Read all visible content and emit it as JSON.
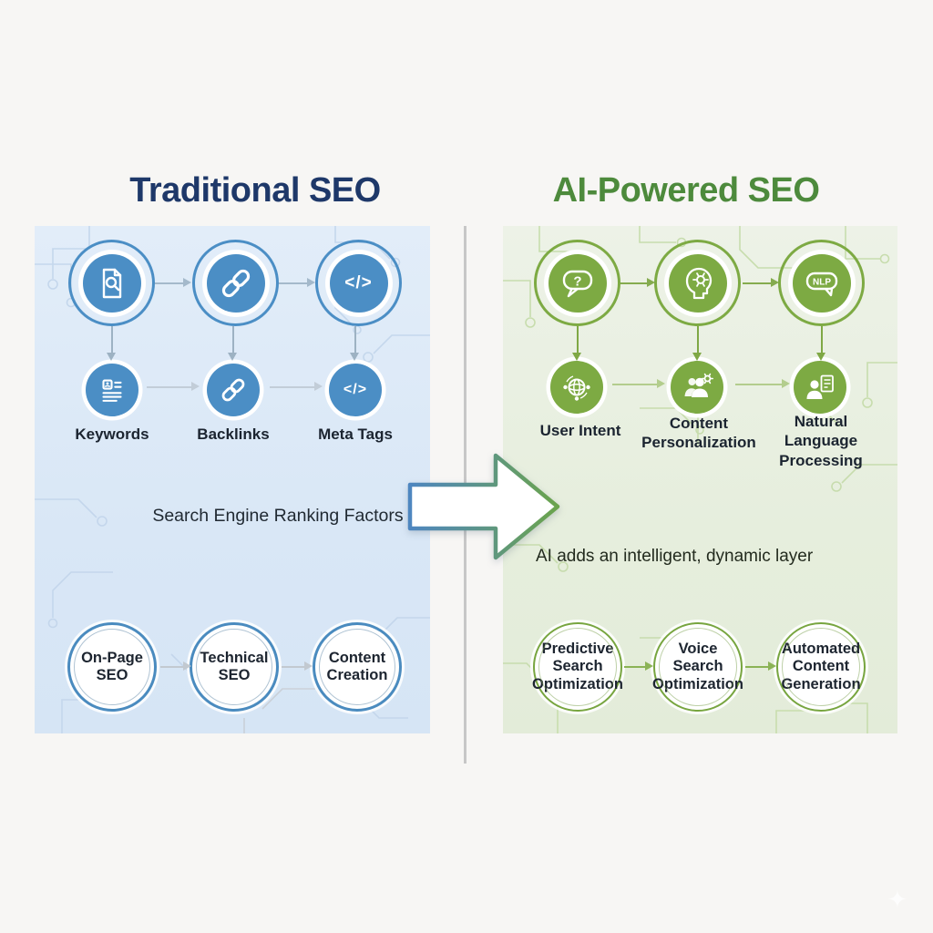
{
  "page": {
    "background": "#f7f6f4",
    "divider_color": "#c7c7c7",
    "sparkle": "✦"
  },
  "transform_arrow": {
    "from_color": "#4e86c0",
    "to_color": "#6ba44c"
  },
  "left": {
    "title": "Traditional SEO",
    "title_color": "#1e3869",
    "panel_bg": "#dae8f6",
    "accent": "#4b8ec5",
    "top_icons": [
      {
        "name": "search-document-icon"
      },
      {
        "name": "link-icon"
      },
      {
        "name": "code-icon",
        "text": "</>"
      }
    ],
    "factors": [
      {
        "label": "Keywords",
        "icon": "article-icon"
      },
      {
        "label": "Backlinks",
        "icon": "link-icon"
      },
      {
        "label": "Meta Tags",
        "icon": "code-icon",
        "icon_text": "</>"
      }
    ],
    "caption": "Search Engine Ranking Factors",
    "pillars": [
      {
        "line1": "On-Page",
        "line2": "SEO"
      },
      {
        "line1": "Technical",
        "line2": "SEO"
      },
      {
        "line1": "Content",
        "line2": "Creation"
      }
    ]
  },
  "right": {
    "title": "AI-Powered SEO",
    "title_color": "#4d8a3c",
    "panel_bg": "#e8efe0",
    "accent": "#7daa43",
    "top_icons": [
      {
        "name": "question-bubble-icon"
      },
      {
        "name": "ai-head-gear-icon"
      },
      {
        "name": "nlp-bubble-icon",
        "text": "NLP"
      }
    ],
    "features": [
      {
        "label": "User Intent",
        "icon": "network-globe-icon"
      },
      {
        "label": "Content Personalization",
        "icon": "people-gear-icon"
      },
      {
        "label": "Natural Language Processing",
        "icon": "person-document-icon"
      }
    ],
    "caption": "AI adds an intelligent, dynamic layer",
    "pillars": [
      {
        "line1": "Predictive",
        "line2": "Search",
        "line3": "Optimization"
      },
      {
        "line1": "Voice",
        "line2": "Search",
        "line3": "Optimization"
      },
      {
        "line1": "Automated",
        "line2": "Content",
        "line3": "Generation"
      }
    ]
  }
}
